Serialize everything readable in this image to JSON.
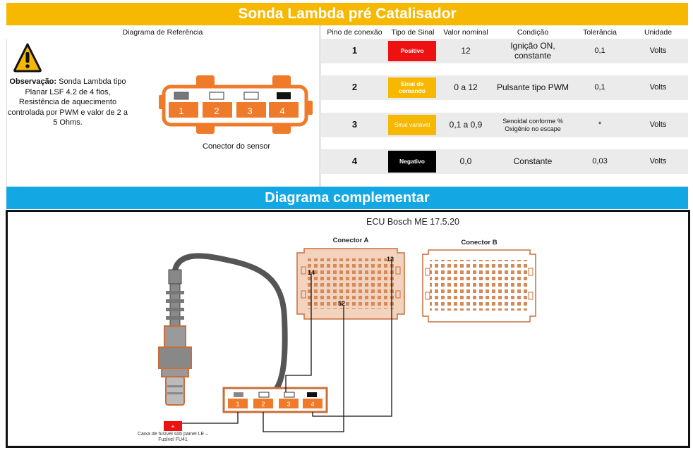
{
  "title": "Sonda Lambda pré Catalisador",
  "headers": {
    "reference": "Diagrama de Referência",
    "pin": "Pino de conexão",
    "signal_type": "Tipo de Sinal",
    "nominal": "Valor nominal",
    "condition": "Condição",
    "tolerance": "Tolerância",
    "unit": "Unidade"
  },
  "observation": {
    "label": "Observação:",
    "text": "Sonda Lambda tipo Planar LSF 4.2 de 4 fios, Resistência de aquecimento controlada por PWM e valor de 2 a 5 Ohms."
  },
  "connector": {
    "caption": "Conector do sensor",
    "pins": [
      "1",
      "2",
      "3",
      "4"
    ]
  },
  "rows": [
    {
      "pin": "1",
      "signal": "Positivo",
      "signal_color": "#ee1111",
      "nominal": "12",
      "condition": "Ignição ON, constante",
      "tolerance": "0,1",
      "unit": "Volts"
    },
    {
      "pin": "2",
      "signal": "Sinal de comando",
      "signal_color": "#f6b800",
      "nominal": "0 a 12",
      "condition": "Pulsante tipo PWM",
      "tolerance": "0,1",
      "unit": "Volts"
    },
    {
      "pin": "3",
      "signal": "Sinal variável",
      "signal_color": "#f6b800",
      "nominal": "0,1 a 0,9",
      "condition": "Senoidal conforme % Oxigênio no escape",
      "tolerance": "*",
      "unit": "Volts"
    },
    {
      "pin": "4",
      "signal": "Negativo",
      "signal_color": "#000000",
      "nominal": "0,0",
      "condition": "Constante",
      "tolerance": "0,03",
      "unit": "Volts"
    }
  ],
  "complement": {
    "title": "Diagrama complementar",
    "ecu": "ECU Bosch ME 17.5.20",
    "connector_a": "Conector A",
    "connector_b": "Conector B",
    "pin_labels_a": {
      "p14": "14",
      "p12": "12",
      "p52": "52"
    },
    "fuse_symbol": "+",
    "fuse_label": "Caixa de fusível sob painel LE – Fusível FU41",
    "harness_pins": [
      "1",
      "2",
      "3",
      "4"
    ]
  },
  "colors": {
    "orange": "#ee7a2a",
    "yellow": "#f6b800",
    "blue": "#13a8e4",
    "red": "#ee1111"
  }
}
